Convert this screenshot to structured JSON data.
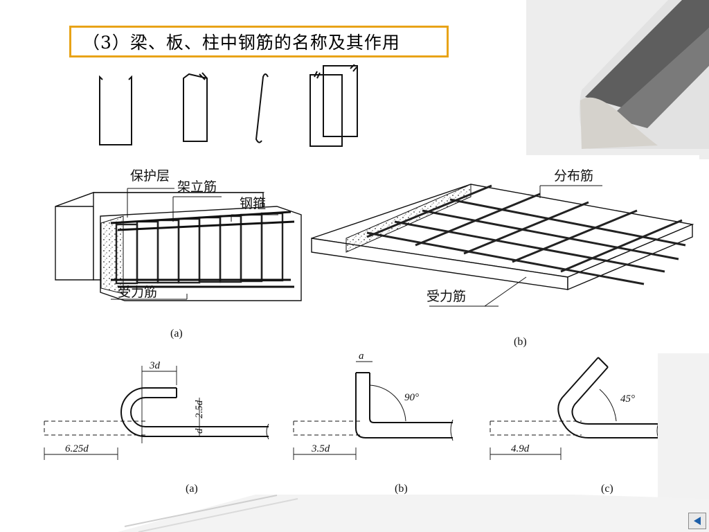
{
  "title": "（3）梁、板、柱中钢筋的名称及其作用",
  "beam_labels": {
    "cover": "保护层",
    "erection_bar": "架立筋",
    "stirrup": "钢箍",
    "main_bar": "受力筋",
    "caption": "(a)"
  },
  "slab_labels": {
    "distribution_bar": "分布筋",
    "main_bar": "受力筋",
    "caption": "(b)"
  },
  "hooks": {
    "a": {
      "dim_top": "3d",
      "dim_side": "2.5d",
      "dim_d": "d",
      "dim_bottom": "6.25d",
      "caption": "(a)"
    },
    "b": {
      "dim_top": "a",
      "angle": "90°",
      "dim_bottom": "3.5d",
      "caption": "(b)"
    },
    "c": {
      "angle": "45°",
      "dim_bottom": "4.9d",
      "caption": "(c)"
    }
  },
  "colors": {
    "title_border": "#e8a317",
    "nav_arrow": "#1e5fa8"
  },
  "nav": {
    "icon": "back-arrow-icon"
  }
}
